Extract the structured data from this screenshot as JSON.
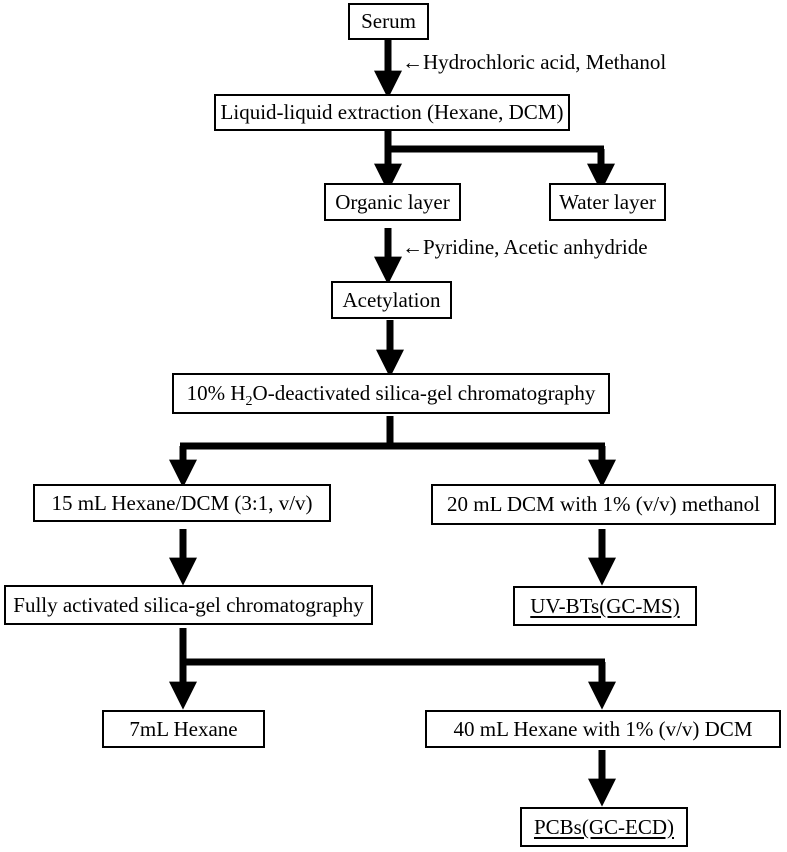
{
  "nodes": {
    "serum": "Serum",
    "lle": "Liquid-liquid extraction (Hexane, DCM)",
    "organic": "Organic layer",
    "water": "Water layer",
    "acetylation": "Acetylation",
    "deact_pre": "10% H",
    "deact_sub": "2",
    "deact_post": "O-deactivated silica-gel chromatography",
    "hexdcm": "15 mL Hexane/DCM (3:1, v/v)",
    "dcmmeoh": "20 mL DCM with 1% (v/v) methanol",
    "fully": "Fully activated silica-gel chromatography",
    "uvbts": "UV-BTs(GC-MS)",
    "hex7": "7mL Hexane",
    "hexdcm40": "40 mL Hexane with 1% (v/v) DCM",
    "pcbs": "PCBs(GC-ECD)"
  },
  "annotations": {
    "reagent1": "←Hydrochloric acid, Methanol",
    "reagent2": "←Pyridine, Acetic anhydride"
  }
}
